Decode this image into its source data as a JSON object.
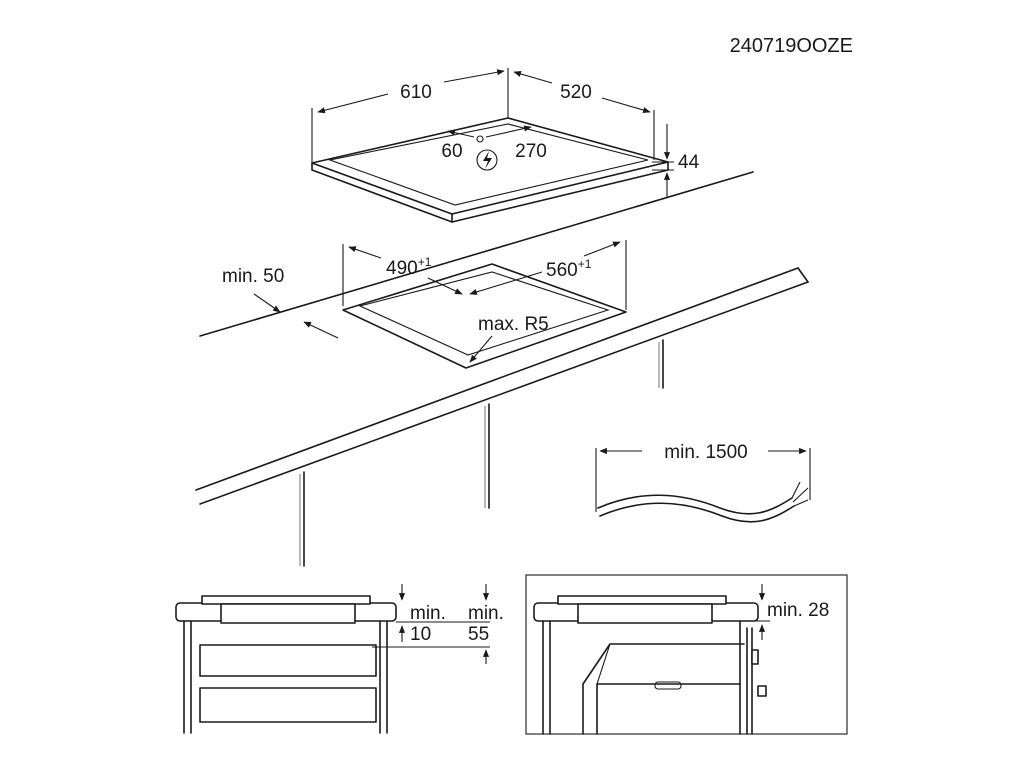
{
  "drawing_code": "240719OOZE",
  "hob": {
    "width": "610",
    "depth": "520",
    "height": "44",
    "conn_offset": "60",
    "conn_distance": "270"
  },
  "cutout": {
    "width": "490",
    "width_tol": "+1",
    "depth": "560",
    "depth_tol": "+1",
    "radius": "max. R5",
    "front_gap": "min. 50"
  },
  "cable": {
    "length": "min. 1500"
  },
  "drawer_section": {
    "clearance_a_line1": "min.",
    "clearance_a_line2": "10",
    "clearance_b_line1": "min.",
    "clearance_b_line2": "55"
  },
  "oven_section": {
    "clearance": "min. 28"
  },
  "icons": [
    "electrical-connection-icon"
  ]
}
